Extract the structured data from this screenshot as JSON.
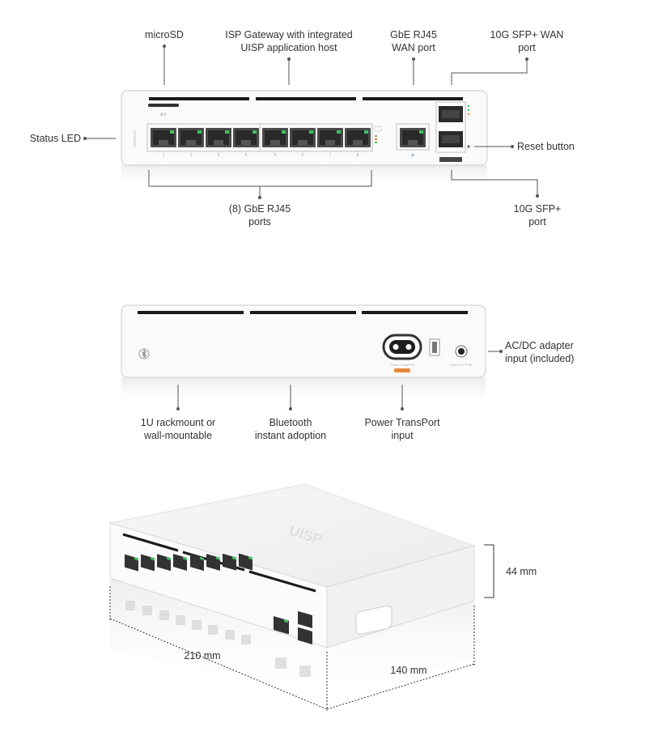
{
  "front_panel": {
    "callouts": {
      "microsd": "microSD",
      "isp_gateway_line1": "ISP Gateway with integrated",
      "isp_gateway_line2": "UISP application host",
      "gbe_wan_line1": "GbE RJ45",
      "gbe_wan_line2": "WAN port",
      "sfp_wan_line1": "10G SFP+ WAN",
      "sfp_wan_line2": "port",
      "status_led": "Status LED",
      "reset_button": "Reset button",
      "rj45_ports_line1": "(8) GbE RJ45",
      "rj45_ports_line2": "ports",
      "sfp_line1": "10G SFP+",
      "sfp_line2": "port"
    }
  },
  "rear_panel": {
    "callouts": {
      "ac_dc_line1": "AC/DC adapter",
      "ac_dc_line2": "input (included)",
      "rackmount_line1": "1U rackmount or",
      "rackmount_line2": "wall-mountable",
      "bluetooth_line1": "Bluetooth",
      "bluetooth_line2": "instant adoption",
      "power_transport_line1": "Power TransPort",
      "power_transport_line2": "input"
    }
  },
  "isometric_view": {
    "brand_logo": "UISP",
    "dimensions": {
      "height": "44 mm",
      "width": "210 mm",
      "depth": "140 mm"
    }
  },
  "colors": {
    "body": "#fafafa",
    "port_green": "#3cc060",
    "leader_line": "#555555",
    "badge_orange": "#e8893a"
  }
}
